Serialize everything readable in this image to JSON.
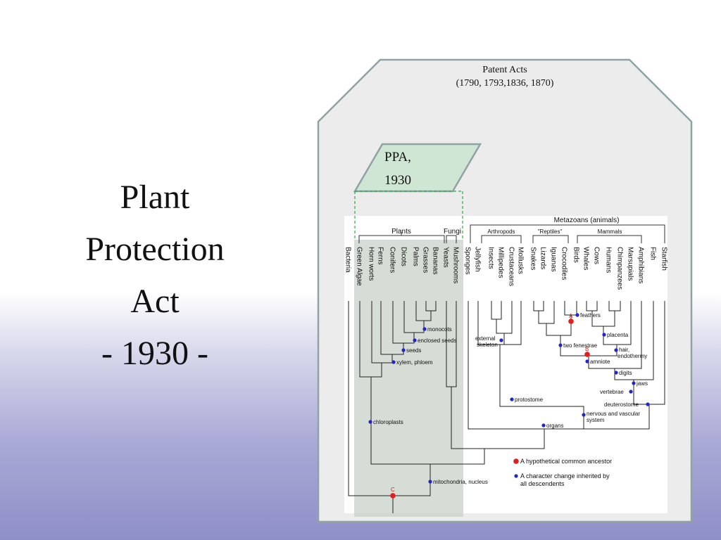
{
  "title_lines": [
    "Plant",
    "Protection",
    "Act",
    "- 1930 -"
  ],
  "patent": {
    "line1": "Patent Acts",
    "line2": "(1790, 1793,1836, 1870)"
  },
  "ppa": {
    "line1": "PPA,",
    "line2": "1930"
  },
  "groups": {
    "plants": "Plants",
    "fungi": "Fungi",
    "metazoans": "Metazoans (animals)",
    "arthropods": "Arthropods",
    "reptiles": "\"Reptiles\"",
    "mammals": "Mammals"
  },
  "taxa": [
    "Bacteria",
    "Green Algae",
    "Horn worts",
    "Ferns",
    "Conifers",
    "Dicots",
    "Palms",
    "Grasses",
    "Bananas",
    "Yeasts",
    "Mushrooms",
    "Sponges",
    "Jellyfish",
    "Insects",
    "Millipedes",
    "Crustaceans",
    "Mollusks",
    "Snakes",
    "Lizards",
    "Iguanas",
    "Crocodiles",
    "Birds",
    "Whales",
    "Cows",
    "Humans",
    "Chimpanzees",
    "Marsupials",
    "Amphibians",
    "Fish",
    "Starfish"
  ],
  "characters": {
    "monocots": "monocots",
    "enclosed_seeds": "enclosed seeds",
    "seeds": "seeds",
    "xylem": "xylem, phloem",
    "chloroplasts": "chloroplasts",
    "mito": "mitochondria, nucleus",
    "external": "external",
    "skeleton": "skeleton",
    "protostome": "protostome",
    "organs": "organs",
    "nervous1": "nervous and vascular",
    "nervous2": "system",
    "deuterostome": "deuterostome",
    "vertebrae": "vertebrae",
    "jaws": "jaws",
    "digits": "digits",
    "amniote": "amniote",
    "two_fen": "two fenestrae",
    "feathers": "feathers",
    "placenta": "placenta",
    "hair": "hair,",
    "endothermy": "endothermy"
  },
  "ancestor_labels": {
    "a": "A",
    "b": "B",
    "c": "C"
  },
  "legend": {
    "ancestor": "A hypothetical common ancestor",
    "change1": "A character change inherited by",
    "change2": "all descendents"
  },
  "colors": {
    "ancestor": "#e0201c",
    "character": "#2424c8",
    "highlight": "#c8d8c0"
  }
}
